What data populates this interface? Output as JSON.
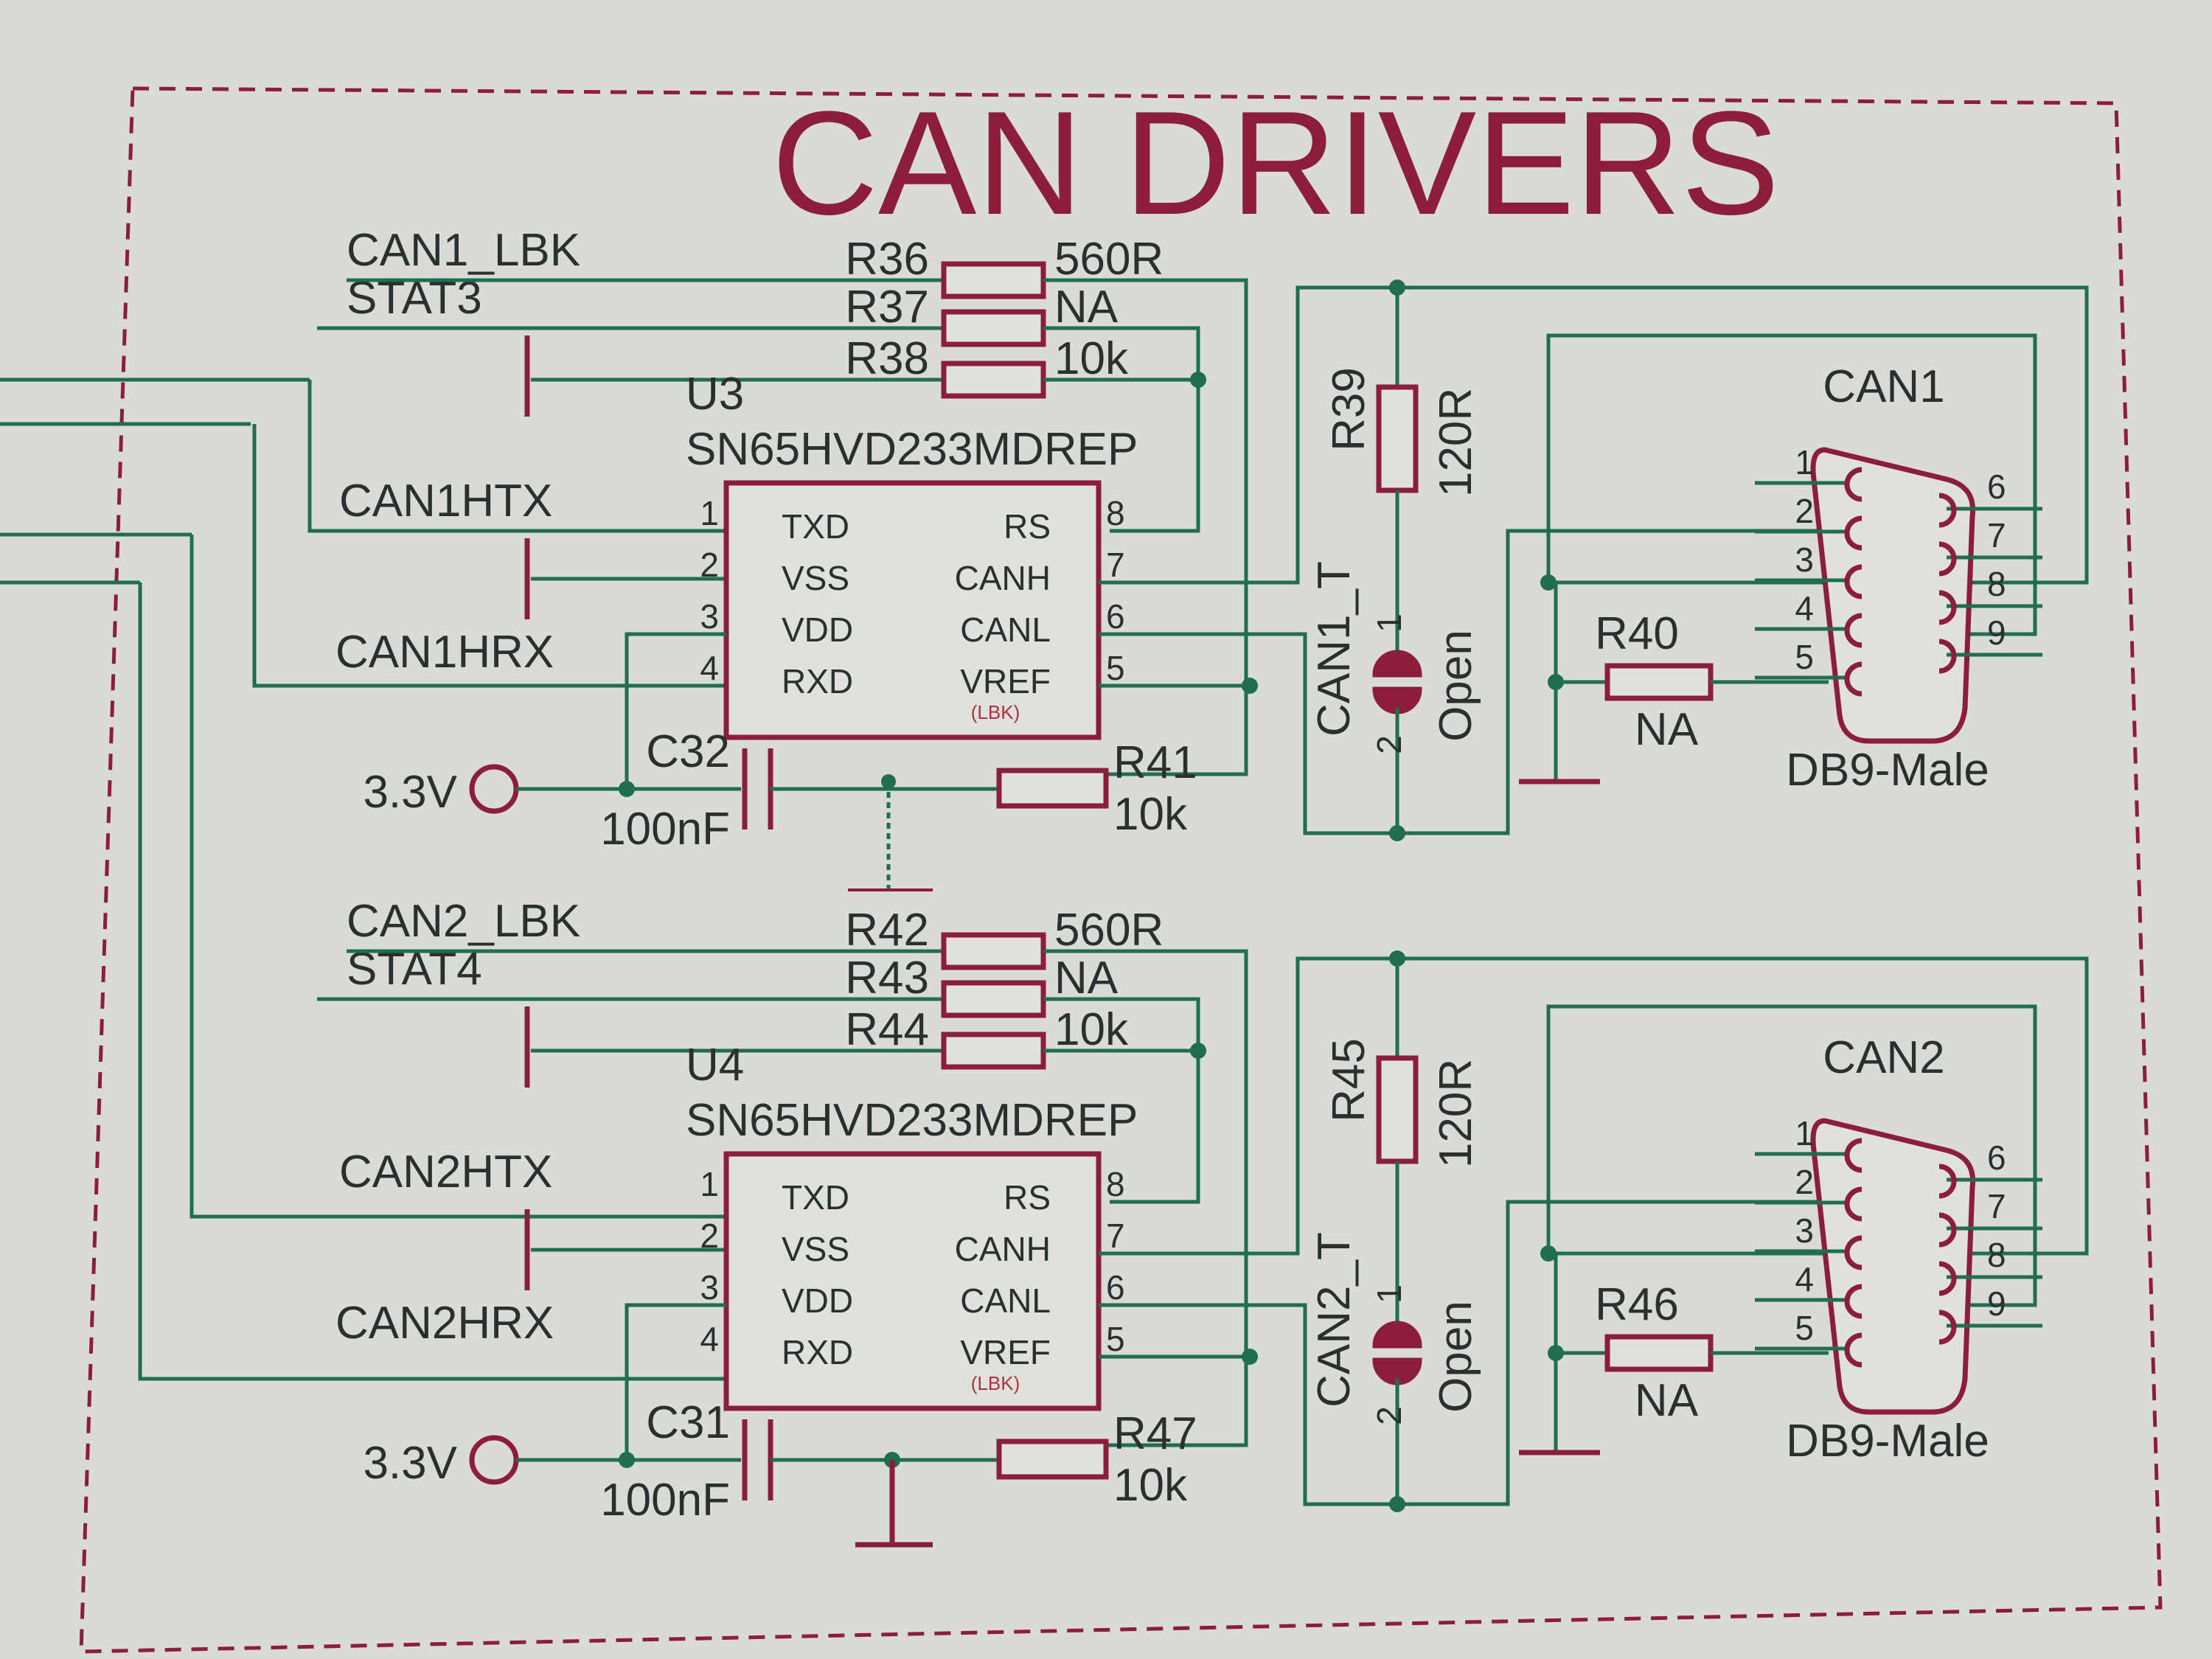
{
  "title": "CAN DRIVERS",
  "colors": {
    "wire": "#1f6e52",
    "component": "#8c1e3c",
    "paper": "#d9dbd6",
    "text": "#2b2f2e"
  },
  "channels": [
    {
      "lbk_net": "CAN1_LBK",
      "stat_net": "STAT3",
      "htx_net": "CAN1HTX",
      "hrx_net": "CAN1HRX",
      "r_lbk": {
        "ref": "R36",
        "value": "560R"
      },
      "r_stat": {
        "ref": "R37",
        "value": "NA"
      },
      "r_rs": {
        "ref": "R38",
        "value": "10k"
      },
      "ic": {
        "ref": "U3",
        "part": "SN65HVD233MDREP",
        "lbk": "(LBK)"
      },
      "cap": {
        "ref": "C32",
        "value": "100nF"
      },
      "supply": "3.3V",
      "r_vref": {
        "ref": "R41",
        "value": "10k"
      },
      "r_term": {
        "ref": "R39",
        "value": "120R"
      },
      "jumper": {
        "ref": "CAN1_T",
        "state": "Open",
        "pin1": "1",
        "pin2": "2"
      },
      "r_shield": {
        "ref": "R40",
        "value": "NA"
      },
      "connector": {
        "ref": "CAN1",
        "type": "DB9-Male"
      }
    },
    {
      "lbk_net": "CAN2_LBK",
      "stat_net": "STAT4",
      "htx_net": "CAN2HTX",
      "hrx_net": "CAN2HRX",
      "r_lbk": {
        "ref": "R42",
        "value": "560R"
      },
      "r_stat": {
        "ref": "R43",
        "value": "NA"
      },
      "r_rs": {
        "ref": "R44",
        "value": "10k"
      },
      "ic": {
        "ref": "U4",
        "part": "SN65HVD233MDREP",
        "lbk": "(LBK)"
      },
      "cap": {
        "ref": "C31",
        "value": "100nF"
      },
      "supply": "3.3V",
      "r_vref": {
        "ref": "R47",
        "value": "10k"
      },
      "r_term": {
        "ref": "R45",
        "value": "120R"
      },
      "jumper": {
        "ref": "CAN2_T",
        "state": "Open",
        "pin1": "1",
        "pin2": "2"
      },
      "r_shield": {
        "ref": "R46",
        "value": "NA"
      },
      "connector": {
        "ref": "CAN2",
        "type": "DB9-Male"
      }
    }
  ],
  "ic_pins": {
    "left": [
      {
        "num": "1",
        "name": "TXD"
      },
      {
        "num": "2",
        "name": "VSS"
      },
      {
        "num": "3",
        "name": "VDD"
      },
      {
        "num": "4",
        "name": "RXD"
      }
    ],
    "right": [
      {
        "num": "8",
        "name": "RS"
      },
      {
        "num": "7",
        "name": "CANH"
      },
      {
        "num": "6",
        "name": "CANL"
      },
      {
        "num": "5",
        "name": "VREF"
      }
    ]
  },
  "db9_pins": {
    "left": [
      "1",
      "2",
      "3",
      "4",
      "5"
    ],
    "right": [
      "6",
      "7",
      "8",
      "9"
    ]
  }
}
